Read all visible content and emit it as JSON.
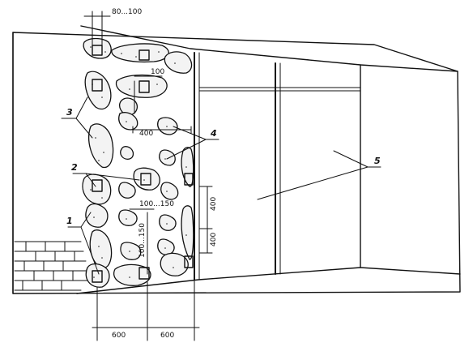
{
  "dimensions": {
    "top_width": "80...100",
    "small": "100",
    "spacing_h": "400",
    "spacing_diag": "100...150",
    "vert_a": "400",
    "vert_b": "400",
    "bottom_left": "600",
    "bottom_right": "600",
    "vertical_text": "100...150"
  },
  "markers": {
    "m1": "1",
    "m2": "2",
    "m3": "3",
    "m4": "4",
    "m5": "5"
  }
}
